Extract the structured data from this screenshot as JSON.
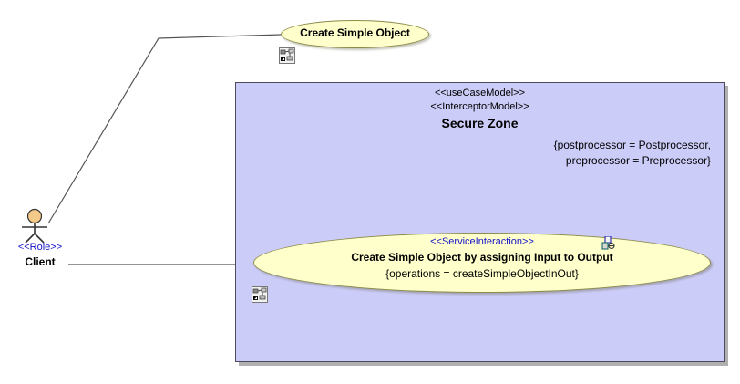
{
  "diagram": {
    "kind": "uml-use-case-diagram",
    "background_color": "#ffffff"
  },
  "actor": {
    "stereotype": "<<Role>>",
    "name": "Client",
    "head_color": "#f5c98a",
    "stereotype_color": "#1414c8",
    "icon_name": "actor-stick-figure"
  },
  "use_case_top": {
    "name": "Create Simple Object",
    "fill_color": "#ffffcc",
    "border_color": "#8c8c4a",
    "badge_icon_name": "linked-diagram-icon"
  },
  "package": {
    "stereotype_1": "<<useCaseModel>>",
    "stereotype_2": "<<InterceptorModel>>",
    "title": "Secure Zone",
    "constraint_line_1": "{postprocessor = Postprocessor,",
    "constraint_line_2": "preprocessor = Preprocessor}",
    "fill_color": "#ccccf8",
    "border_color": "#4b4b5a"
  },
  "use_case_main": {
    "stereotype": "<<ServiceInteraction>>",
    "name": "Create Simple Object by assigning Input to Output",
    "constraint": "{operations = createSimpleObjectInOut}",
    "fill_color": "#ffffcc",
    "border_color": "#8c8c4a",
    "stereotype_color": "#1414c8",
    "badge_icon_name": "linked-document-icon",
    "outside_badge_icon_name": "linked-diagram-icon"
  },
  "associations": [
    {
      "name": "client-to-create-simple-object",
      "from": "Client",
      "to": "Create Simple Object",
      "style": "solid-polyline"
    },
    {
      "name": "client-to-service-interaction",
      "from": "Client",
      "to": "Create Simple Object by assigning Input to Output",
      "style": "solid-line"
    }
  ],
  "line_color": "#555555"
}
